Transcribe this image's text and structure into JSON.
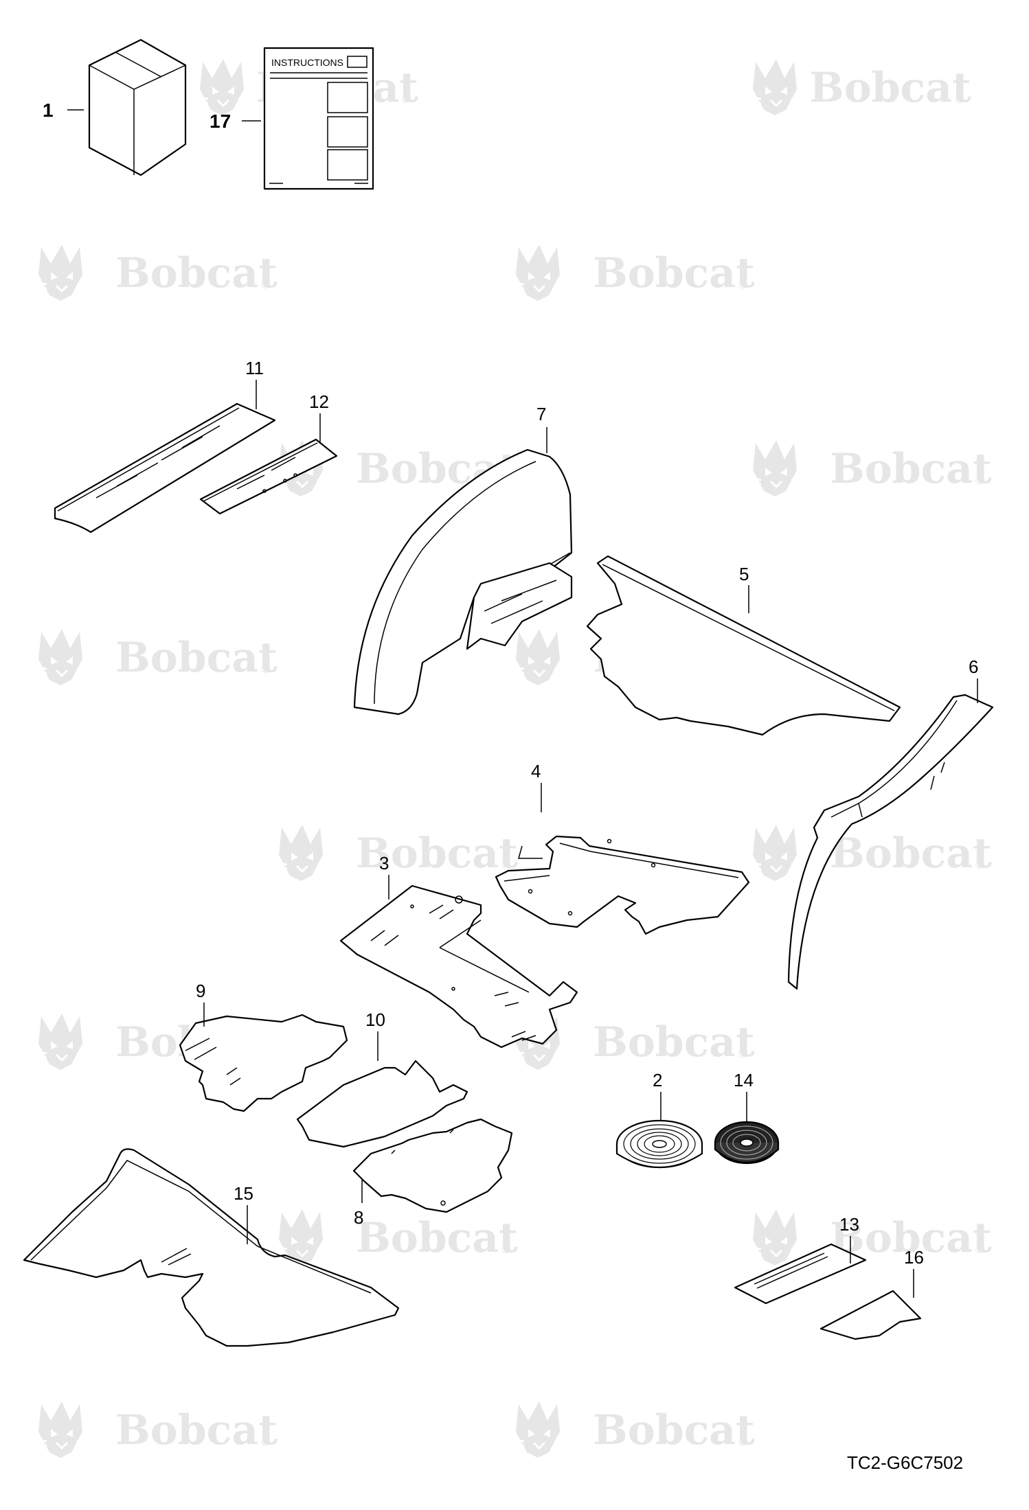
{
  "watermark": {
    "text": "Bobcat",
    "mark": "®",
    "color": "#e6e6e6",
    "icon": "bobcat-head-logo"
  },
  "instruction_sheet": {
    "header": "INSTRUCTIONS"
  },
  "callouts": {
    "c1": "1",
    "c2": "2",
    "c3": "3",
    "c4": "4",
    "c5": "5",
    "c6": "6",
    "c7": "7",
    "c8": "8",
    "c9": "9",
    "c10": "10",
    "c11": "11",
    "c12": "12",
    "c13": "13",
    "c14": "14",
    "c15": "15",
    "c16": "16",
    "c17": "17"
  },
  "drawing_code": "TC2-G6C7502"
}
